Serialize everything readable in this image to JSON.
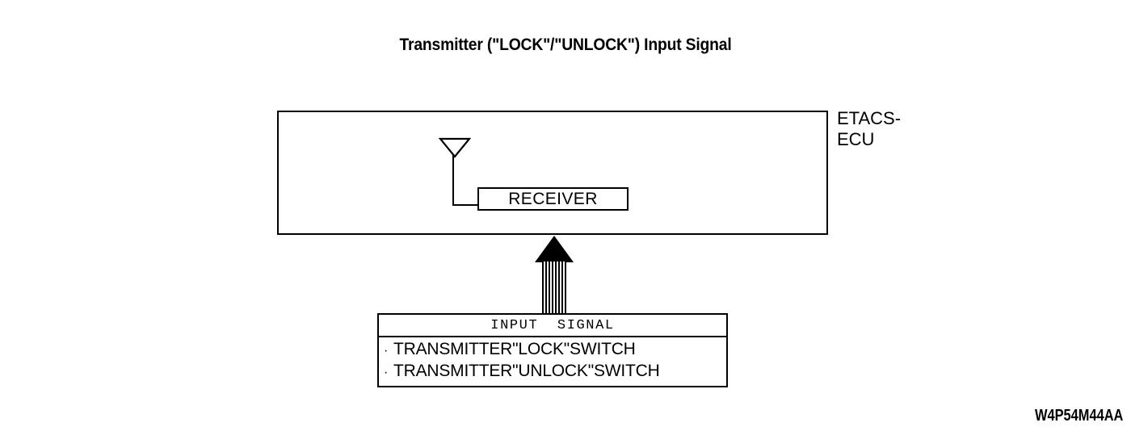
{
  "diagram": {
    "title": "Transmitter (\"LOCK\"/\"UNLOCK\") Input Signal",
    "doc_code": "W4P54M44AA",
    "colors": {
      "background": "#ffffff",
      "line": "#000000",
      "text": "#000000"
    },
    "ecu": {
      "label_line1": "ETACS-",
      "label_line2": "ECU",
      "receiver_label": "RECEIVER",
      "antenna_icon": "antenna-icon"
    },
    "arrow": {
      "direction": "up",
      "style": "striped-shaft-solid-head"
    },
    "signal_table": {
      "header": "INPUT  SIGNAL",
      "bullet": "·",
      "rows": [
        "TRANSMITTER\"LOCK\"SWITCH",
        "TRANSMITTER\"UNLOCK\"SWITCH"
      ]
    }
  }
}
